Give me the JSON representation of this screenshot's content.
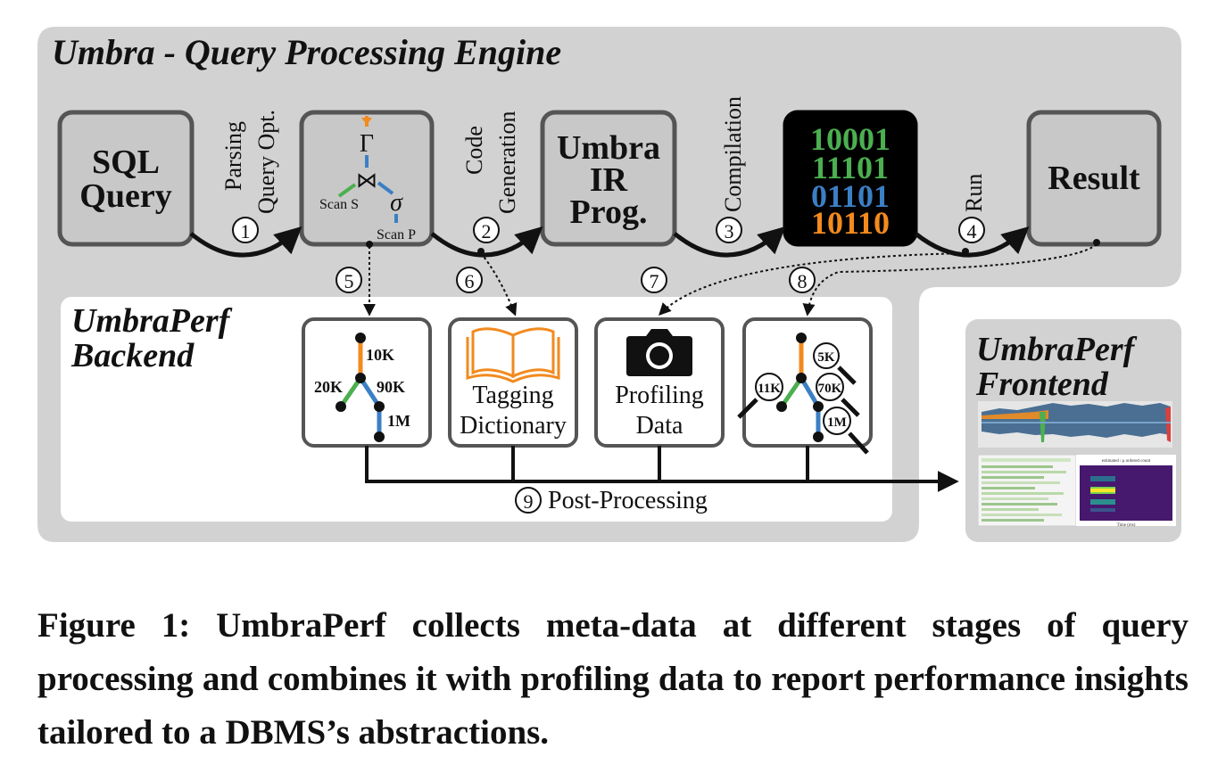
{
  "engine": {
    "title": "Umbra - Query Processing Engine",
    "stages": {
      "sql": [
        "SQL",
        "Query"
      ],
      "ir": [
        "Umbra",
        "IR",
        "Prog."
      ],
      "binary": [
        "10001",
        "11101",
        "01101",
        "10110"
      ],
      "result": "Result"
    },
    "plan": {
      "gamma": "Γ",
      "join": "⋈",
      "sigma": "σ",
      "scan_s": "Scan S",
      "scan_p": "Scan P"
    },
    "steps": [
      {
        "num": "1",
        "label": [
          "Parsing",
          "Query Opt."
        ]
      },
      {
        "num": "2",
        "label": [
          "Code",
          "Generation"
        ]
      },
      {
        "num": "3",
        "label": [
          "Compilation"
        ]
      },
      {
        "num": "4",
        "label": [
          "Run"
        ]
      }
    ]
  },
  "backend": {
    "title": [
      "UmbraPerf",
      "Backend"
    ],
    "markers": [
      "5",
      "6",
      "7",
      "8"
    ],
    "tree1": [
      "10K",
      "20K",
      "90K",
      "1M"
    ],
    "tagging": [
      "Tagging",
      "Dictionary"
    ],
    "profiling": [
      "Profiling",
      "Data"
    ],
    "tree2": [
      "5K",
      "11K",
      "70K",
      "1M"
    ],
    "postprocessing": {
      "num": "9",
      "label": "Post-Processing"
    }
  },
  "frontend": {
    "title": [
      "UmbraPerf",
      "Frontend"
    ],
    "heatmap_title": "estimated / μ ordered count",
    "heatmap_axis": "Time (ms)"
  },
  "caption": "Figure 1: UmbraPerf collects meta-data at different stages of query processing and combines it with profiling data to report performance insights tailored to a DBMS’s abstractions.",
  "colors": {
    "panel": "#d2d2d2",
    "box_stroke": "#555555",
    "orange": "#f28a1e",
    "green": "#4caf50",
    "blue": "#3b7fc4"
  }
}
